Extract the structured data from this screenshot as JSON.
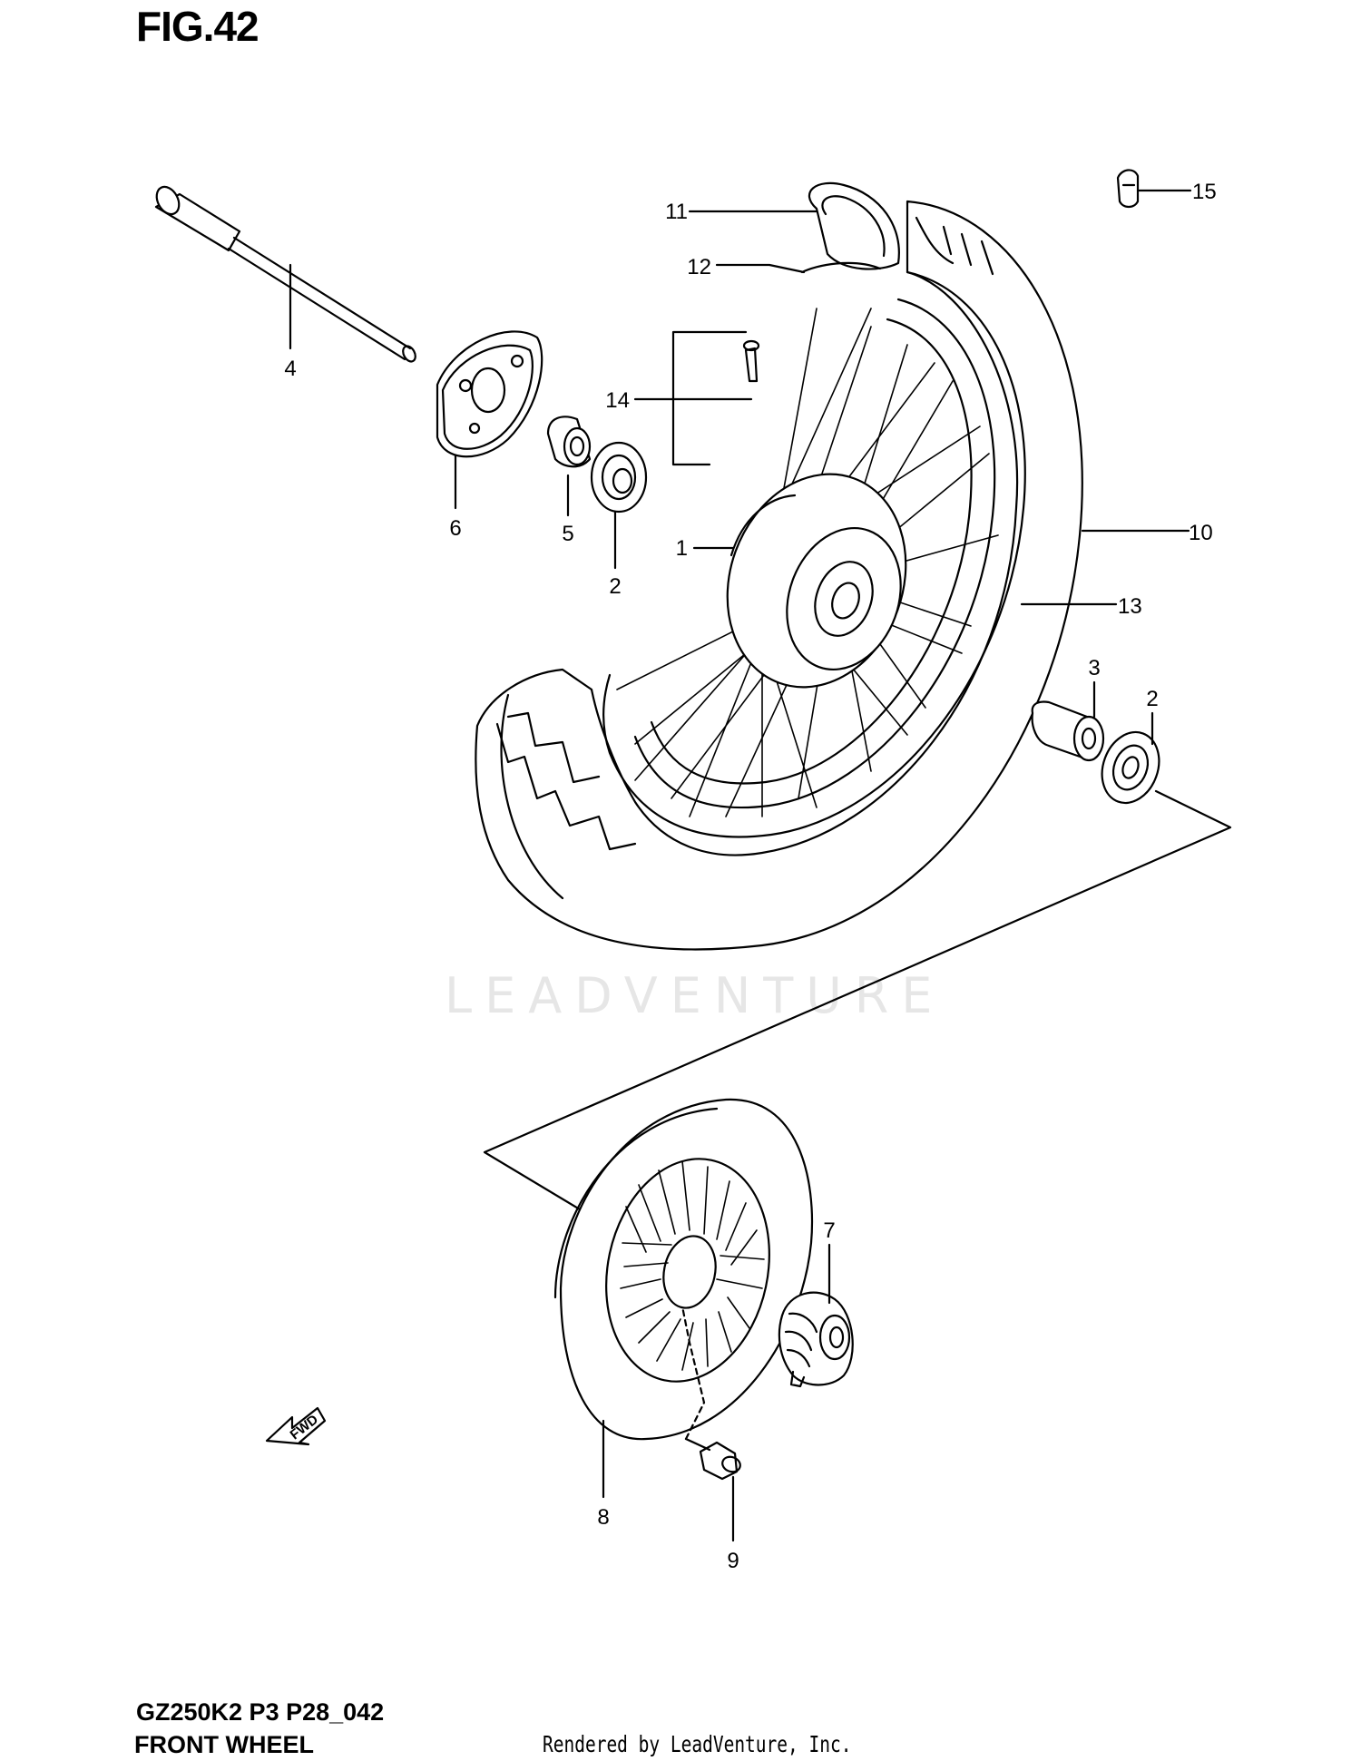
{
  "figure": "FIG.42",
  "model_code": "GZ250K2 P3 P28_042",
  "title": "FRONT WHEEL",
  "rendered_by": "Rendered by LeadVenture, Inc.",
  "watermark": "LEADVENTURE",
  "fwd_label": "FWD",
  "callouts": [
    "1",
    "2",
    "3",
    "4",
    "5",
    "6",
    "7",
    "8",
    "9",
    "10",
    "11",
    "12",
    "13",
    "14",
    "15"
  ],
  "callout_2b": "2"
}
